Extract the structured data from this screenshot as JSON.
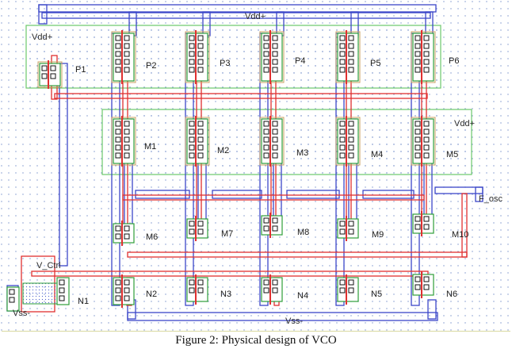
{
  "caption": "Figure 2: Physical design of VCO",
  "rails": {
    "vdd_top": "Vdd+",
    "vdd_left": "Vdd+",
    "vdd_mid": "Vdd+",
    "vss_bottom": "Vss-",
    "vss_left": "Vss-"
  },
  "pins": {
    "v_ctrl": "V_Ctrl",
    "f_osc": "F_osc"
  },
  "pmos_row": [
    "P1",
    "P2",
    "P3",
    "P4",
    "P5",
    "P6"
  ],
  "pmos_mid_row": [
    "M1",
    "M2",
    "M3",
    "M4",
    "M5"
  ],
  "nmos_mid_row": [
    "M6",
    "M7",
    "M8",
    "M9",
    "M10"
  ],
  "nmos_row": [
    "N1",
    "N2",
    "N3",
    "N4",
    "N5",
    "N6"
  ],
  "colors": {
    "metal1": "#3b46c8",
    "poly": "#e03030",
    "active": "#2e9e3a",
    "nwell": "#8fd48f",
    "contact": "#111111",
    "pselect": "#c8a060",
    "dot_grid": "#6a88c8"
  }
}
